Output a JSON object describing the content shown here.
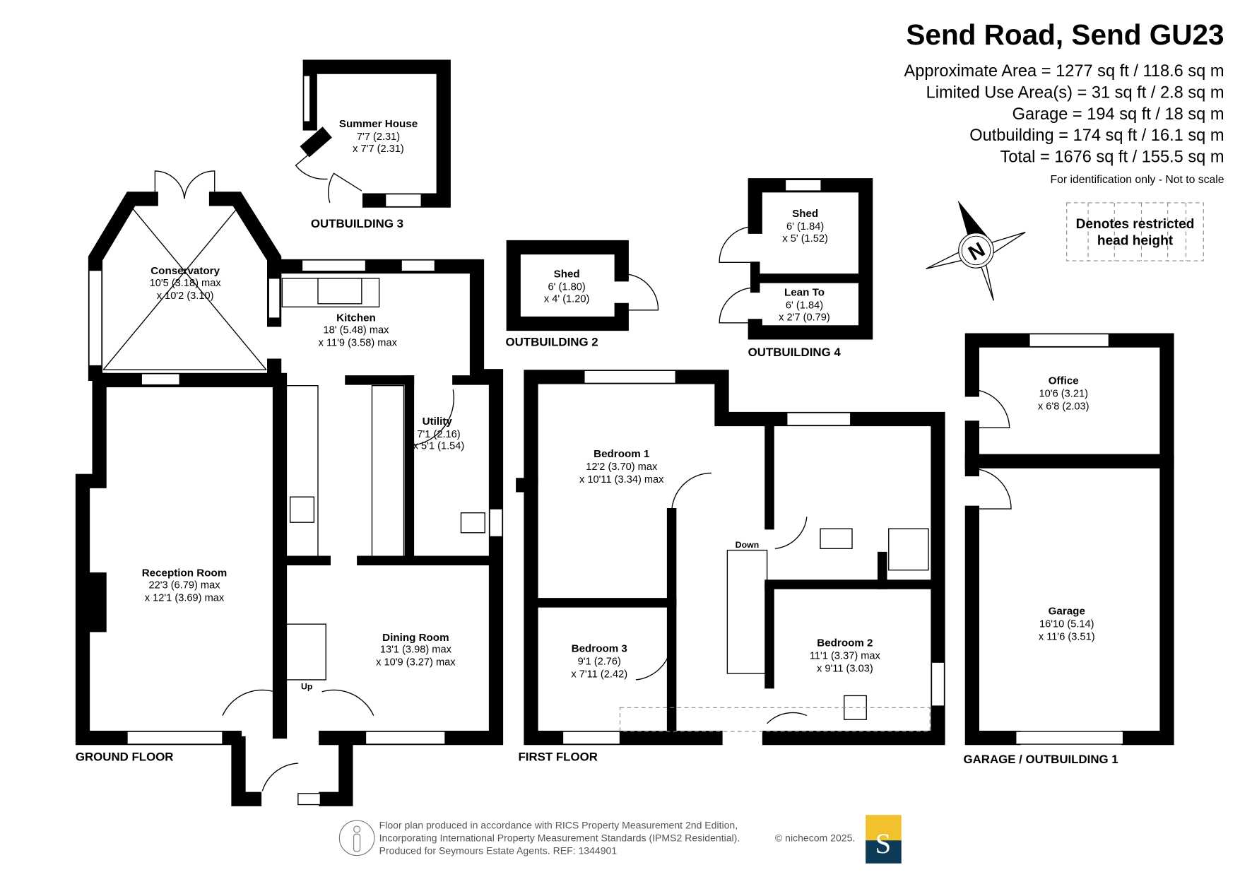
{
  "header": {
    "title": "Send Road, Send GU23",
    "areas": [
      "Approximate Area = 1277 sq ft / 118.6 sq m",
      "Limited Use Area(s) = 31 sq ft / 2.8 sq m",
      "Garage = 194 sq ft / 18 sq m",
      "Outbuilding = 174 sq ft / 16.1 sq m",
      "Total = 1676 sq ft / 155.5 sq m"
    ],
    "disclaimer": "For identification only - Not to scale"
  },
  "legend": {
    "restricted_line1": "Denotes restricted",
    "restricted_line2": "head height"
  },
  "compass": {
    "label": "N"
  },
  "floors": {
    "ground": "GROUND FLOOR",
    "first": "FIRST FLOOR",
    "garage": "GARAGE / OUTBUILDING 1",
    "out2": "OUTBUILDING 2",
    "out3": "OUTBUILDING 3",
    "out4": "OUTBUILDING 4"
  },
  "rooms": {
    "summer_house": {
      "name": "Summer House",
      "d1": "7'7 (2.31)",
      "d2": "x 7'7 (2.31)"
    },
    "conservatory": {
      "name": "Conservatory",
      "d1": "10'5 (3.18) max",
      "d2": "x 10'2 (3.10)"
    },
    "kitchen": {
      "name": "Kitchen",
      "d1": "18' (5.48) max",
      "d2": "x 11'9 (3.58) max"
    },
    "utility": {
      "name": "Utility",
      "d1": "7'1 (2.16)",
      "d2": "x 5'1 (1.54)"
    },
    "reception": {
      "name": "Reception Room",
      "d1": "22'3 (6.79) max",
      "d2": "x 12'1 (3.69) max"
    },
    "dining": {
      "name": "Dining Room",
      "d1": "13'1 (3.98) max",
      "d2": "x 10'9 (3.27) max"
    },
    "shed2": {
      "name": "Shed",
      "d1": "6' (1.80)",
      "d2": "x 4' (1.20)"
    },
    "shed4": {
      "name": "Shed",
      "d1": "6' (1.84)",
      "d2": "x 5' (1.52)"
    },
    "lean_to": {
      "name": "Lean To",
      "d1": "6' (1.84)",
      "d2": "x 2'7 (0.79)"
    },
    "bedroom1": {
      "name": "Bedroom 1",
      "d1": "12'2 (3.70) max",
      "d2": "x 10'11 (3.34) max"
    },
    "bedroom2": {
      "name": "Bedroom 2",
      "d1": "11'1 (3.37) max",
      "d2": "x 9'11 (3.03)"
    },
    "bedroom3": {
      "name": "Bedroom 3",
      "d1": "9'1 (2.76)",
      "d2": "x 7'11 (2.42)"
    },
    "office": {
      "name": "Office",
      "d1": "10'6 (3.21)",
      "d2": "x 6'8 (2.03)"
    },
    "garage": {
      "name": "Garage",
      "d1": "16'10 (5.14)",
      "d2": "x 11'6 (3.51)"
    }
  },
  "stairs": {
    "up": "Up",
    "down": "Down"
  },
  "footer": {
    "line1": "Floor plan produced in accordance with RICS Property Measurement 2nd Edition,",
    "line2": "Incorporating International Property Measurement Standards (IPMS2 Residential).",
    "copyright": "© nichecom 2025.",
    "line3": "Produced for Seymours Estate Agents.   REF: 1344901",
    "logo_letter": "S",
    "logo_colors": {
      "top": "#f2c12e",
      "bottom": "#0d3b57"
    }
  }
}
